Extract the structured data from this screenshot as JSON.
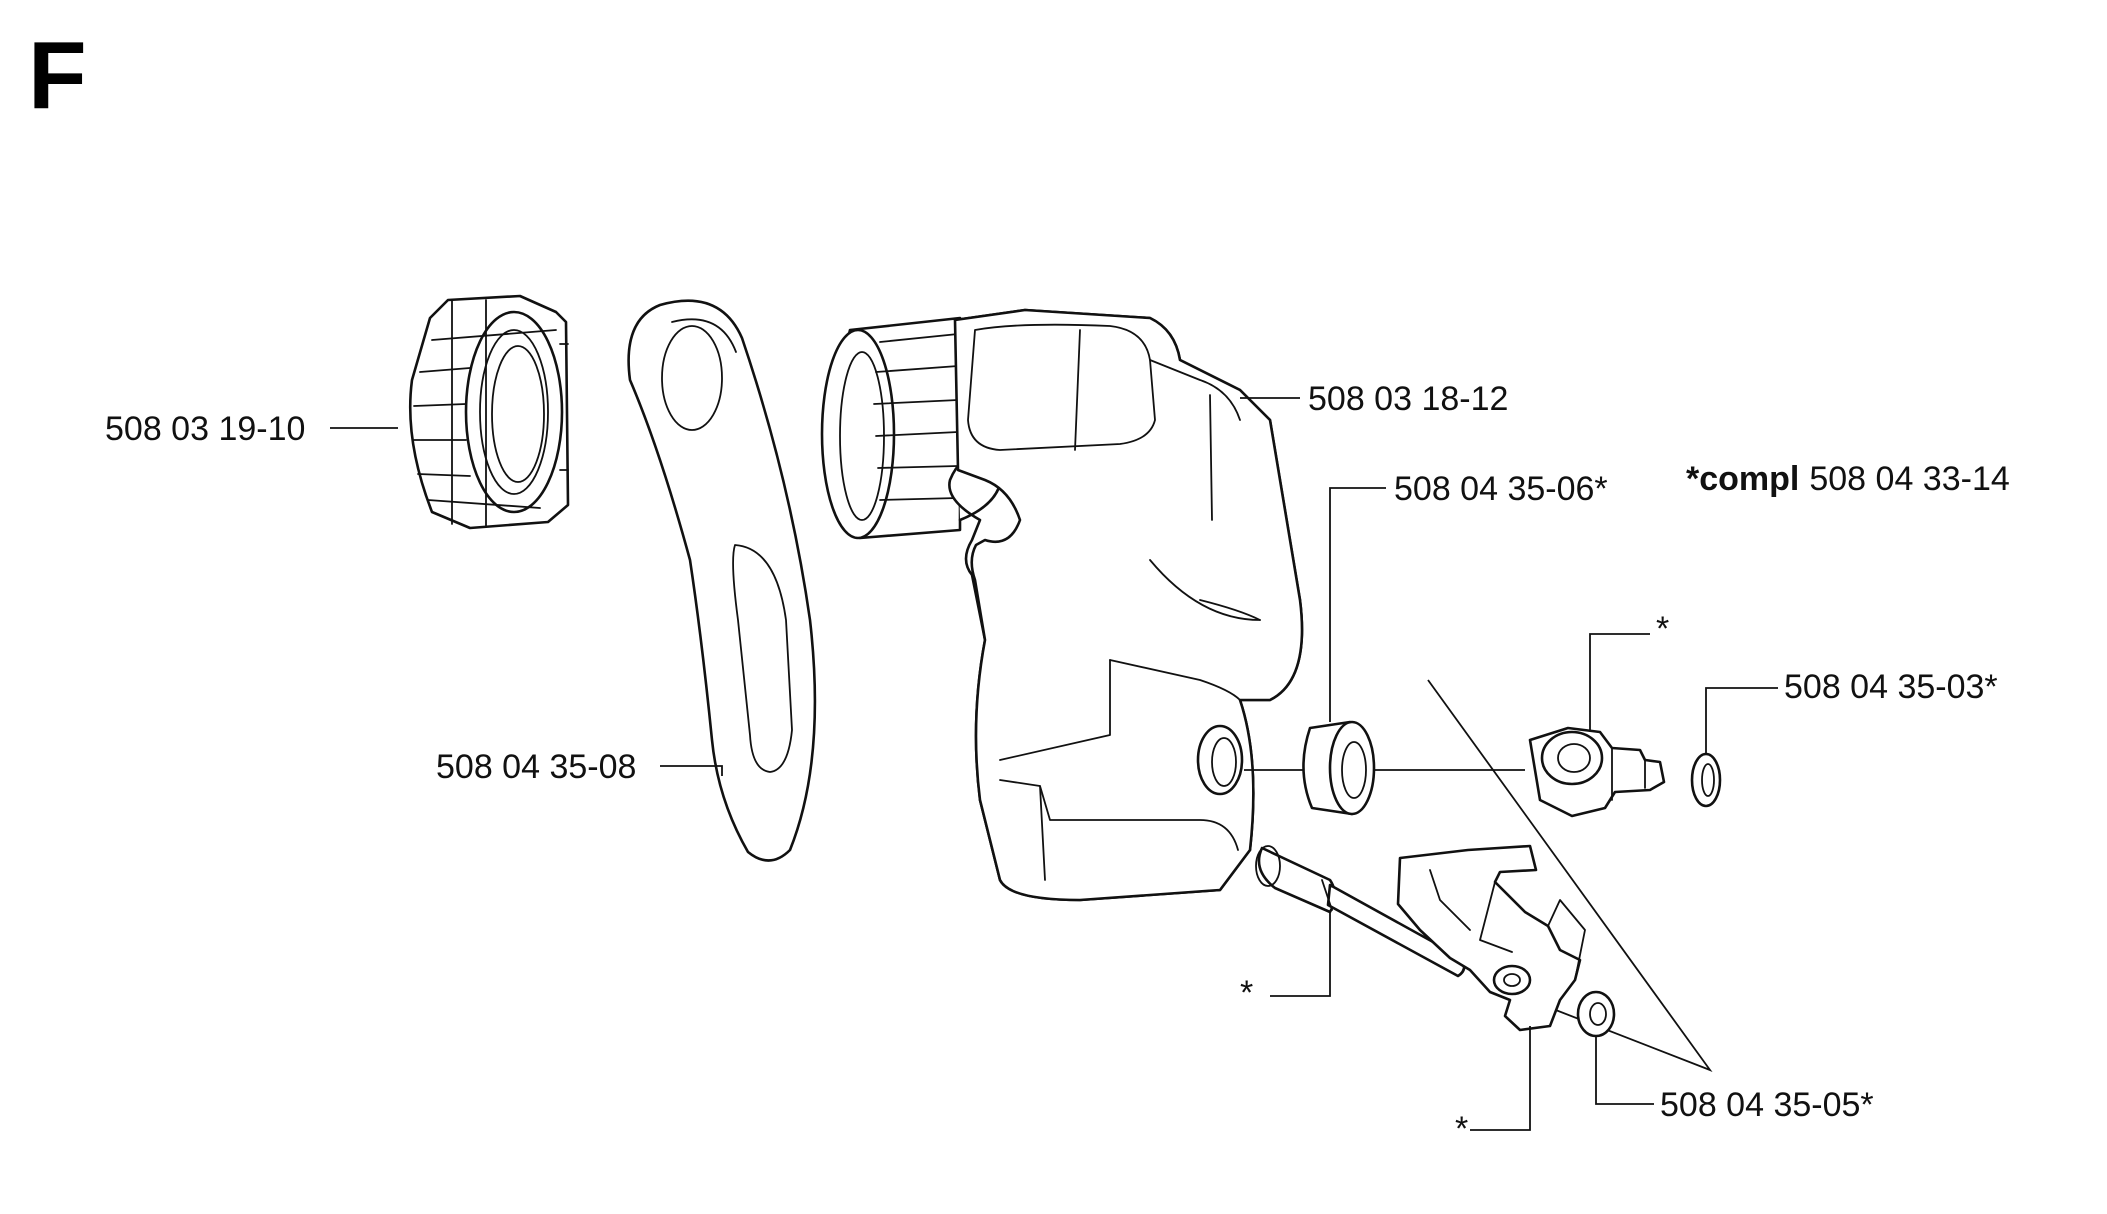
{
  "section_letter": "F",
  "labels": {
    "nut": "508 03 19-10",
    "plate": "508 04 35-08",
    "housing": "508 03 18-12",
    "bushing": "508 04 35-06*",
    "oring": "508 04 35-03*",
    "washer": "508 04 35-05*",
    "star_top": "*",
    "star_pin": "*",
    "star_bottom": "*"
  },
  "compl_note": {
    "prefix": "*compl",
    "part_number": "508 04 33-14"
  }
}
